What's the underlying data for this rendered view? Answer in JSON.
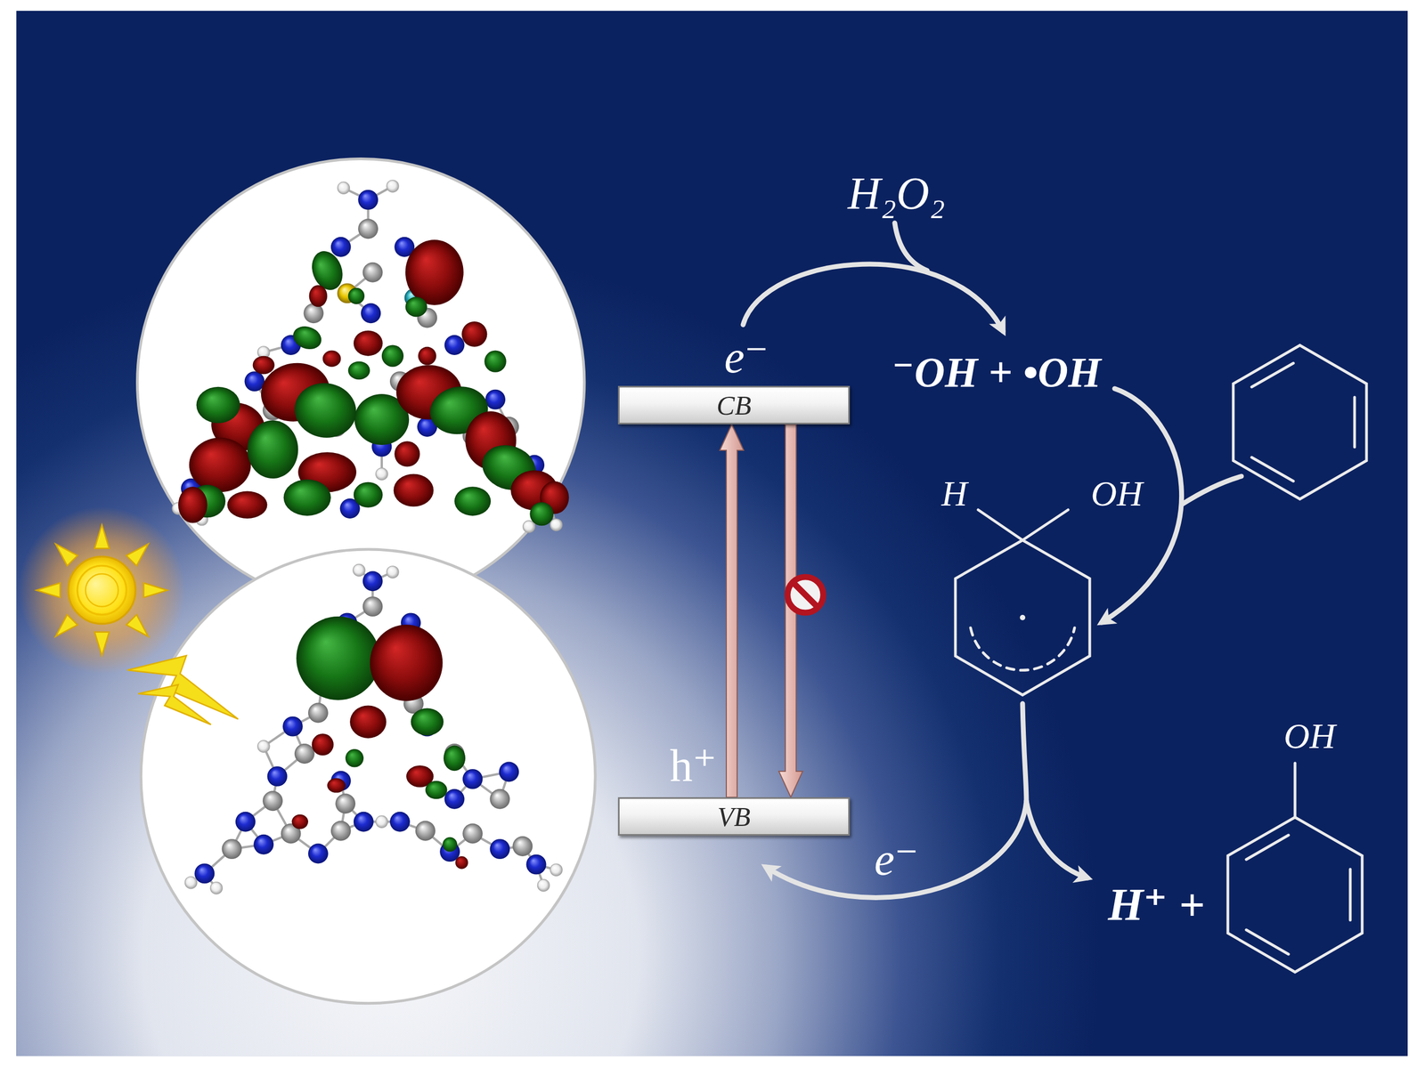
{
  "diagram": {
    "nodes": [
      {
        "text": [
          "CB"
        ]
      },
      {
        "text": [
          "VB"
        ]
      }
    ],
    "edges": [
      {
        "from": 1,
        "to": 0,
        "arrow": "to"
      },
      {
        "from": 0,
        "to": 1,
        "arrow": "to"
      }
    ],
    "labels": [
      "H₂O₂",
      "e⁻",
      "⁻OH + •OH",
      "H",
      "OH",
      "OH",
      "h⁺",
      "e⁻",
      "H⁺ +"
    ]
  }
}
